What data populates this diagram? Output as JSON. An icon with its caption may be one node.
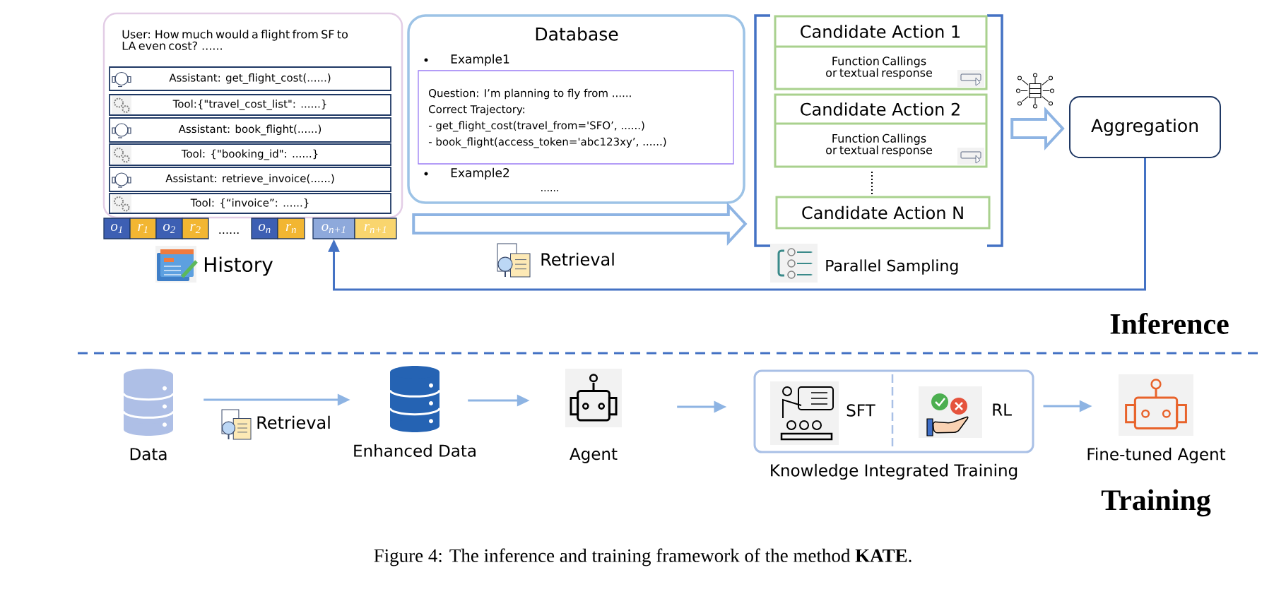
{
  "diagram": {
    "caption": "Figure 4: The inference and training framework of the method **KATE**.",
    "nodes": [
      {
        "text": [
          "User: How much would a flight from SF to LA even cost? ......"
        ]
      },
      {
        "text": [
          "Assistant: get_flight_cost(......)"
        ],
        "in": 0
      },
      {
        "text": [
          "Tool:{\"travel_cost_list\": ......}"
        ],
        "in": 0
      },
      {
        "text": [
          "Assistant: book_flight(......)"
        ],
        "in": 0
      },
      {
        "text": [
          "Tool: {\"booking_id\": ......}"
        ],
        "in": 0
      },
      {
        "text": [
          "Assistant: retrieve_invoice(......)"
        ],
        "in": 0
      },
      {
        "text": [
          "Tool: {“invoice”: ......}"
        ],
        "in": 0
      },
      {
        "text": [
          "o$_{1}$"
        ]
      },
      {
        "text": [
          "r$_{1}$"
        ]
      },
      {
        "text": [
          "o$_{2}$"
        ]
      },
      {
        "text": [
          "r$_{2}$"
        ]
      },
      {
        "text": [
          "o$_{n}$"
        ]
      },
      {
        "text": [
          "r$_{n}$"
        ]
      },
      {
        "text": [
          "o$_{n+1}$"
        ]
      },
      {
        "text": [
          "r$_{n+1}$"
        ]
      },
      {
        "text": [
          "Database",
          "Example1",
          "Example2",
          "......"
        ]
      },
      {
        "text": [
          "Question: I’m planning to fly from ......",
          "Correct Trajectory:",
          "- get_flight_cost(travel_from='SFO’, ......)",
          "- book_flight(access_token='abc123xy’, ......)"
        ],
        "in": 15
      },
      {
        "text": [
          "Parallel Sampling"
        ]
      },
      {
        "text": [
          "Candidate Action 1",
          "Function Callings or textual response"
        ],
        "in": 17
      },
      {
        "text": [
          "Candidate Action 2",
          "Function Callings or textual response"
        ],
        "in": 17
      },
      {
        "text": [
          "Candidate Action N"
        ],
        "in": 17
      },
      {
        "text": [
          "Aggregation"
        ]
      },
      {
        "text": [
          "Data"
        ]
      },
      {
        "text": [
          "Enhanced Data"
        ]
      },
      {
        "text": [
          "Agent"
        ]
      },
      {
        "text": [
          "Knowledge Integrated Training"
        ]
      },
      {
        "text": [
          "SFT"
        ],
        "in": 25
      },
      {
        "text": [
          "RL"
        ],
        "in": 25
      },
      {
        "text": [
          "Fine-tuned Agent"
        ]
      }
    ],
    "edges": [
      {
        "from": 0,
        "to": 17,
        "arrow": "to",
        "label": "Retrieval",
        "style": "thick"
      },
      {
        "from": 17,
        "to": 21,
        "arrow": "to",
        "style": "thick"
      },
      {
        "from": 21,
        "to": 13,
        "arrow": "to",
        "color": "#4472c4"
      },
      {
        "from": 22,
        "to": 23,
        "arrow": "to",
        "label": "Retrieval"
      },
      {
        "from": 23,
        "to": 24,
        "arrow": "to"
      },
      {
        "from": 24,
        "to": 25,
        "arrow": "to"
      },
      {
        "from": 25,
        "to": 28,
        "arrow": "to"
      }
    ],
    "labels": [
      "......",
      "History",
      "Inference",
      "Training"
    ]
  }
}
